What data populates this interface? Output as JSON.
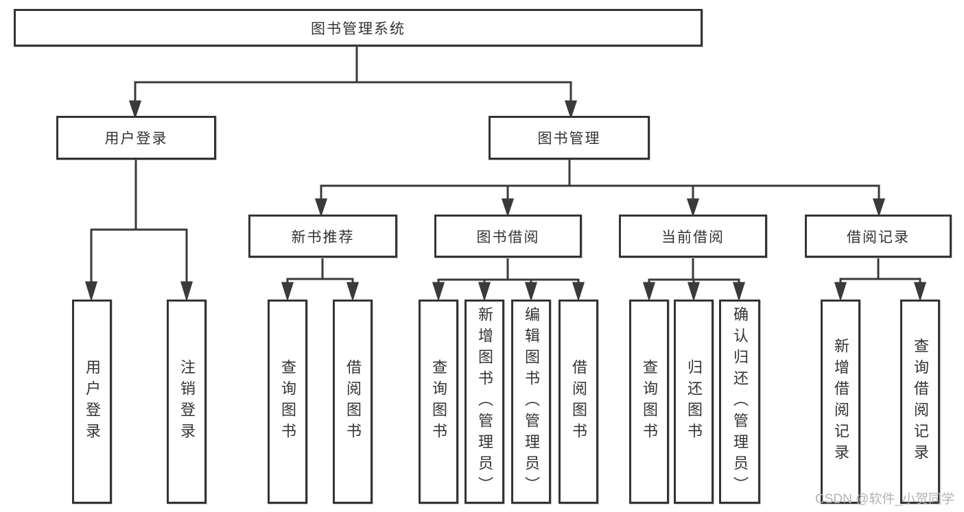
{
  "title": "图书管理系统",
  "watermark": "CSDN @软件_小贺同学",
  "colors": {
    "border": "#343434",
    "line": "#3a3a3a",
    "text": "#333333",
    "watermark_text": "#b3b3b3",
    "background": "#ffffff"
  },
  "nodes": {
    "root": {
      "label": "图书管理系统"
    },
    "level2": [
      {
        "id": "user-login",
        "label": "用户登录"
      },
      {
        "id": "book-management",
        "label": "图书管理"
      }
    ],
    "level3": [
      {
        "id": "new-book-recommend",
        "label": "新书推荐",
        "parent": "图书管理"
      },
      {
        "id": "book-borrow",
        "label": "图书借阅",
        "parent": "图书管理"
      },
      {
        "id": "current-borrow",
        "label": "当前借阅",
        "parent": "图书管理"
      },
      {
        "id": "borrow-records",
        "label": "借阅记录",
        "parent": "图书管理"
      }
    ],
    "leaves": [
      {
        "id": "user-login-leaf",
        "label": "用户登录",
        "parent": "用户登录"
      },
      {
        "id": "logout",
        "label": "注销登录",
        "parent": "用户登录"
      },
      {
        "id": "query-books-1",
        "label": "查询图书",
        "parent": "新书推荐"
      },
      {
        "id": "borrow-book-1",
        "label": "借阅图书",
        "parent": "新书推荐"
      },
      {
        "id": "query-books-2",
        "label": "查询图书",
        "parent": "图书借阅"
      },
      {
        "id": "add-book-admin",
        "label": "新增图书（管理员）",
        "parent": "图书借阅"
      },
      {
        "id": "edit-book-admin",
        "label": "编辑图书（管理员）",
        "parent": "图书借阅"
      },
      {
        "id": "borrow-book-2",
        "label": "借阅图书",
        "parent": "图书借阅"
      },
      {
        "id": "query-books-3",
        "label": "查询图书",
        "parent": "当前借阅"
      },
      {
        "id": "return-book",
        "label": "归还图书",
        "parent": "当前借阅"
      },
      {
        "id": "confirm-return-admin",
        "label": "确认归还（管理员）",
        "parent": "当前借阅"
      },
      {
        "id": "add-borrow-record",
        "label": "新增借阅记录",
        "parent": "借阅记录"
      },
      {
        "id": "query-borrow-record",
        "label": "查询借阅记录",
        "parent": "借阅记录"
      }
    ]
  }
}
